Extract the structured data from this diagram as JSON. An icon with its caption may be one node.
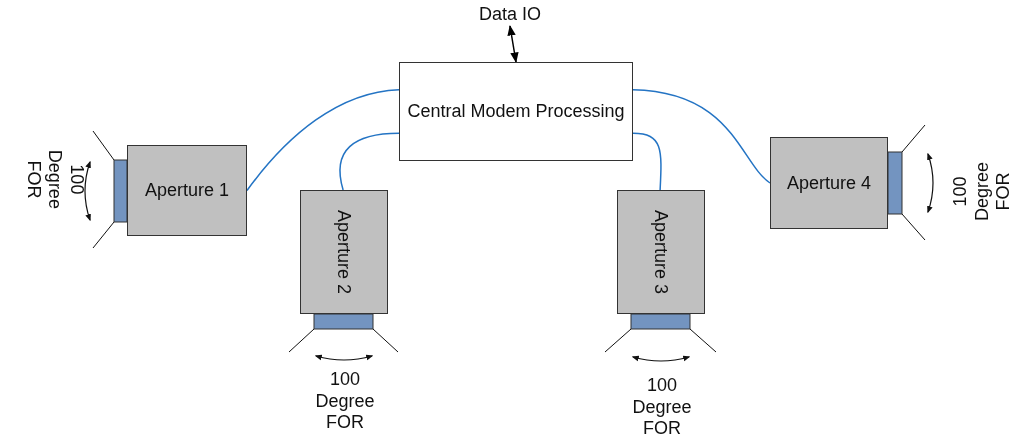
{
  "diagram": {
    "nodes": [
      {
        "text": [
          "Central Modem Processing"
        ]
      },
      {
        "text": [
          "Data IO"
        ]
      },
      {
        "text": [
          "Aperture 1"
        ],
        "beside": [
          "100 Degree FOR"
        ]
      },
      {
        "text": [
          "Aperture 2"
        ],
        "beside": [
          "100 Degree FOR"
        ]
      },
      {
        "text": [
          "Aperture 3"
        ],
        "beside": [
          "100 Degree FOR"
        ]
      },
      {
        "text": [
          "Aperture 4"
        ],
        "beside": [
          "100 Degree FOR"
        ]
      }
    ],
    "edges": [
      {
        "from": 1,
        "to": 0,
        "arrow": "both",
        "color": "#000000"
      },
      {
        "from": 0,
        "to": 2,
        "arrow": "none"
      },
      {
        "from": 0,
        "to": 3,
        "arrow": "none"
      },
      {
        "from": 0,
        "to": 4,
        "arrow": "none"
      },
      {
        "from": 0,
        "to": 5,
        "arrow": "none"
      }
    ]
  }
}
